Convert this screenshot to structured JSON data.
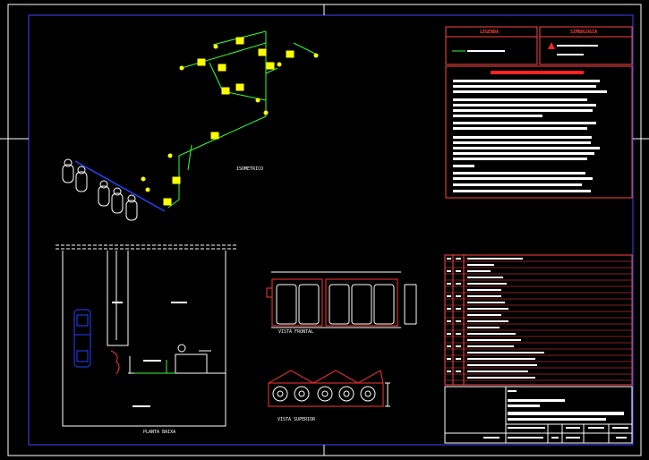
{
  "title_block": {
    "legend_title": "LEGENDA",
    "symbology_title": "SIMBOLOGIA"
  },
  "drawing_labels": {
    "isometric": "ISOMETRICO",
    "plan": "PLANTA BAIXA",
    "front_view": "VISTA FRONTAL",
    "top_view": "VISTA SUPERIOR"
  },
  "colors": {
    "frame": "#ffffff",
    "inner_frame": "#3a3aff",
    "table_lines": "#ff4444",
    "pipe": "#33ff33",
    "gas_line": "#2244ff",
    "fitting": "#ffff00",
    "cylinder": "#ffffff",
    "text_red": "#ff2222"
  },
  "icons": [
    "warning-triangle-icon",
    "gas-cylinder-icon",
    "valve-icon"
  ]
}
